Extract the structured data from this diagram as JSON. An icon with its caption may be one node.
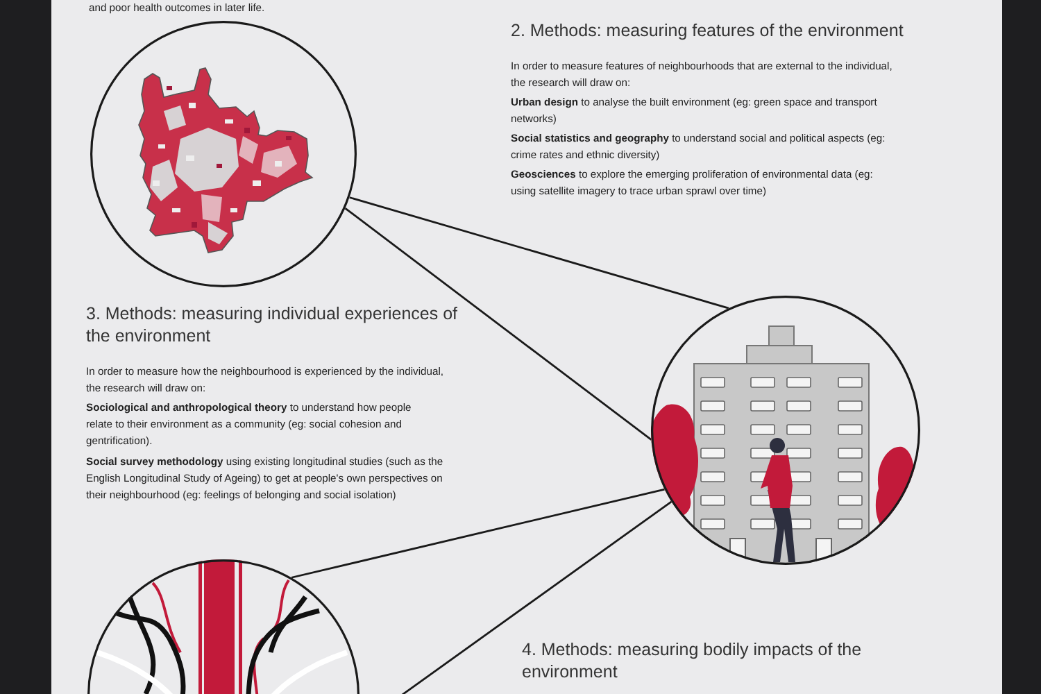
{
  "diagram": {
    "nodes": [
      {
        "text": [],
        "shape": "picture"
      },
      {
        "text": [],
        "shape": "picture"
      },
      {
        "text": [],
        "shape": "picture"
      }
    ],
    "edges": [
      {
        "from": 0,
        "to": 1,
        "arrow": "none"
      },
      {
        "from": 0,
        "to": 1,
        "arrow": "none"
      },
      {
        "from": 2,
        "to": 1,
        "arrow": "none"
      },
      {
        "from": 2,
        "to": 1,
        "arrow": "none"
      }
    ],
    "labels": [
      "and poor health outcomes in later life.",
      "2. Methods: measuring features of the environment",
      "In order to measure features of neighbourhoods that are external to the individual, the research will draw on:",
      "**Urban design** to analyse the built environment (eg: green space and transport networks)",
      "**Social statistics and geography** to understand social and political aspects (eg: crime rates and ethnic diversity)",
      "**Geosciences** to explore the emerging proliferation of environmental data (eg: using satellite imagery to trace urban sprawl over time)",
      "3. Methods: measuring individual experiences of the environment",
      "In order to measure how the neighbourhood is experienced by the individual, the research will draw on:",
      "**Sociological and anthropological theory** to understand how people relate to their environment as a community (eg: social cohesion and gentrification).",
      "**Social survey methodology** using existing longitudinal studies (such as the English Longitudinal Study of Ageing) to get at people's own perspectives on their neighbourhood (eg: feelings of belonging and social isolation)",
      "4. Methods: measuring bodily impacts of the environment"
    ]
  }
}
